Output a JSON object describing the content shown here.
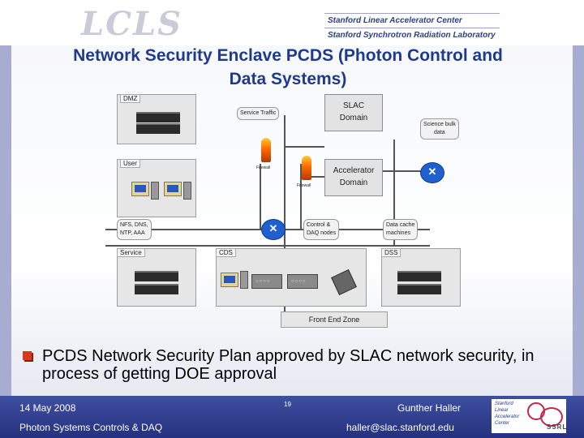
{
  "header": {
    "logo_text": "LCLS",
    "org_primary": "Stanford Linear Accelerator Center",
    "org_secondary": "Stanford Synchrotron Radiation Laboratory"
  },
  "title_line1": "Network Security Enclave PCDS (Photon Control and",
  "title_line2": "Data Systems)",
  "diagram": {
    "zones": {
      "dmz": "DMZ",
      "user": "User",
      "service": "Service",
      "cds": "CDS",
      "dss": "DSS",
      "front_end": "Front End Zone"
    },
    "callouts": {
      "service_traffic": "Service Traffic",
      "science_bulk_line1": "Science bulk",
      "science_bulk_line2": "data",
      "nfs_line1": "NFS, DNS,",
      "nfs_line2": "NTP, AAA",
      "control_line1": "Control &",
      "control_line2": "DAQ nodes",
      "data_cache_line1": "Data cache",
      "data_cache_line2": "machines"
    },
    "domains": {
      "slac_line1": "SLAC",
      "slac_line2": "Domain",
      "accel_line1": "Accelerator",
      "accel_line2": "Domain"
    },
    "firewall_label": "Firewall"
  },
  "bullet": "PCDS Network Security Plan approved by SLAC network security, in process of getting DOE approval",
  "footer": {
    "date": "14 May 2008",
    "page": "19",
    "presenter": "Gunther Haller",
    "project": "Photon Systems Controls & DAQ",
    "email": "haller@slac.stanford.edu",
    "logo_line1": "Stanford",
    "logo_line2": "Linear",
    "logo_line3": "Accelerator",
    "logo_line4": "Center",
    "logo_ssrl": "SSRL"
  },
  "colors": {
    "title": "#1e3a8f",
    "footer": "#24317e",
    "bullet": "#d43a1f",
    "router": "#1f5fcf"
  }
}
